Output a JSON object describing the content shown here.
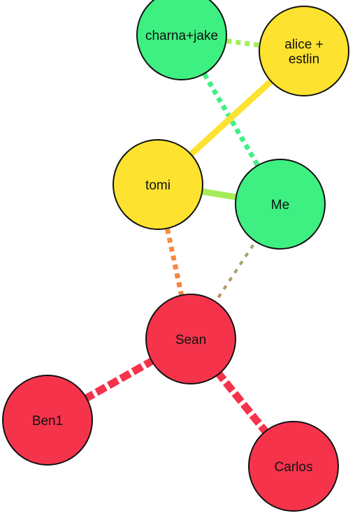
{
  "colors": {
    "red": "#f5344c",
    "yellow": "#fde22f",
    "green": "#3ef081",
    "outline": "#111111"
  },
  "nodes": {
    "charna_jake": {
      "label_lines": [
        "charna+jake"
      ],
      "color": "green"
    },
    "alice_estlin": {
      "label_lines": [
        "alice +",
        "estlin"
      ],
      "color": "yellow"
    },
    "tomi": {
      "label_lines": [
        "tomi"
      ],
      "color": "yellow"
    },
    "me": {
      "label_lines": [
        "Me"
      ],
      "color": "green"
    },
    "sean": {
      "label_lines": [
        "Sean"
      ],
      "color": "red"
    },
    "ben1": {
      "label_lines": [
        "Ben1"
      ],
      "color": "red"
    },
    "carlos": {
      "label_lines": [
        "Carlos"
      ],
      "color": "red"
    }
  },
  "edges": [
    {
      "from": "charna_jake",
      "to": "alice_estlin",
      "style": "dotted",
      "colors": [
        "#a5ec5a",
        "#a5ec5a"
      ]
    },
    {
      "from": "charna_jake",
      "to": "me",
      "style": "dotted",
      "colors": [
        "#3ef081",
        "#3ef081"
      ]
    },
    {
      "from": "alice_estlin",
      "to": "tomi",
      "style": "solid",
      "colors": [
        "#fde22f",
        "#fde22f"
      ]
    },
    {
      "from": "tomi",
      "to": "me",
      "style": "solid",
      "colors": [
        "#a5ec5a",
        "#a5ec5a"
      ]
    },
    {
      "from": "tomi",
      "to": "sean",
      "style": "dotted",
      "colors": [
        "#f99a3d",
        "#f5743e"
      ]
    },
    {
      "from": "me",
      "to": "sean",
      "style": "dotted-thin",
      "colors": [
        "#8fb86a",
        "#c7835c"
      ]
    },
    {
      "from": "sean",
      "to": "ben1",
      "style": "dashed",
      "colors": [
        "#f5344c",
        "#f5344c"
      ]
    },
    {
      "from": "sean",
      "to": "carlos",
      "style": "dashed",
      "colors": [
        "#f5344c",
        "#f5344c"
      ]
    }
  ]
}
